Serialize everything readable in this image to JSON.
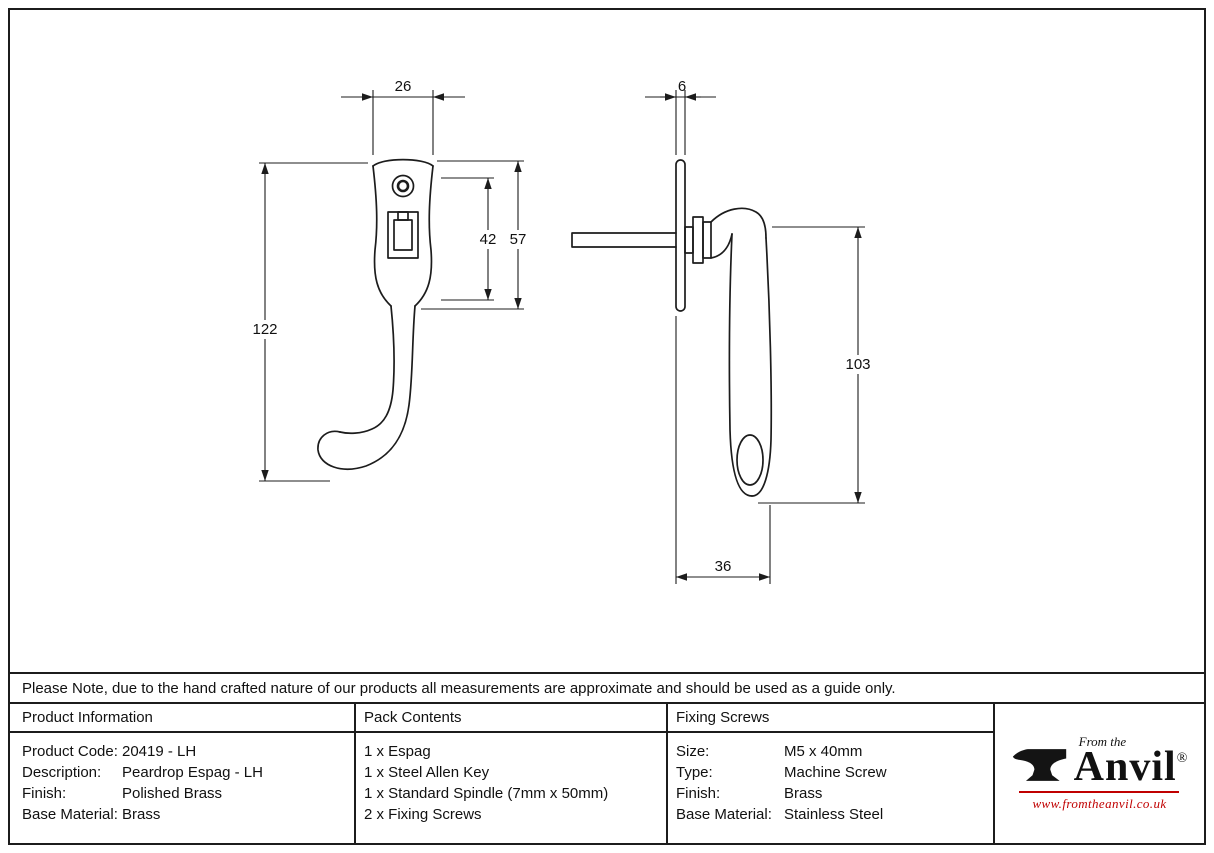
{
  "drawing": {
    "line_color": "#1c1c1c",
    "dims": {
      "plate_width": "26",
      "keep_height": "42",
      "plate_height": "57",
      "overall_height": "122",
      "rose_thickness": "6",
      "handle_length": "103",
      "projection": "36"
    }
  },
  "note": "Please Note, due to the hand crafted nature of our products all measurements are approximate and should be used as a guide only.",
  "table": {
    "product_information": {
      "header": "Product Information",
      "rows": [
        {
          "label": "Product Code:",
          "value": "20419 - LH"
        },
        {
          "label": "Description:",
          "value": "Peardrop Espag - LH"
        },
        {
          "label": "Finish:",
          "value": "Polished Brass"
        },
        {
          "label": "Base Material:",
          "value": "Brass"
        }
      ]
    },
    "pack_contents": {
      "header": "Pack Contents",
      "items": [
        "1 x Espag",
        "1 x Steel Allen Key",
        "1 x Standard Spindle (7mm x 50mm)",
        "2 x Fixing Screws"
      ]
    },
    "fixing_screws": {
      "header": "Fixing Screws",
      "rows": [
        {
          "label": "Size:",
          "value": "M5 x 40mm"
        },
        {
          "label": "Type:",
          "value": "Machine Screw"
        },
        {
          "label": "Finish:",
          "value": "Brass"
        },
        {
          "label": "Base Material:",
          "value": "Stainless Steel"
        }
      ]
    }
  },
  "logo": {
    "tagline": "From the",
    "brand": "Anvil",
    "registered": "®",
    "url": "www.fromtheanvil.co.uk",
    "accent_color": "#c00000"
  }
}
